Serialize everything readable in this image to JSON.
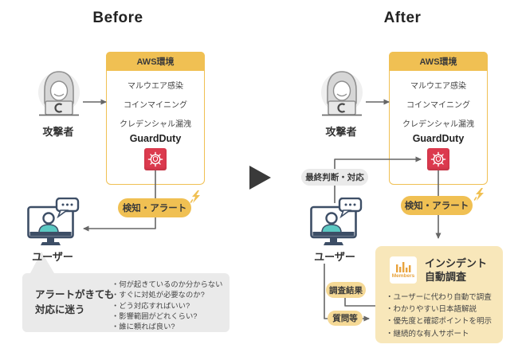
{
  "colors": {
    "accent_yellow": "#F0C053",
    "solution_box_yellow": "#F8E7BA",
    "badge_light_yellow": "#F5D996",
    "gray_box": "#EAEAEA",
    "guardduty_red": "#DC3A4E",
    "monitor_navy": "#3D4E66",
    "person_teal": "#5BC8C2",
    "line_gray": "#666666"
  },
  "before": {
    "title": "Before",
    "attacker_label": "攻撃者",
    "aws": {
      "header": "AWS環境",
      "threats": [
        "マルウエア感染",
        "コインマイニング",
        "クレデンシャル漏洩"
      ],
      "service_label": "GuardDuty"
    },
    "alert_badge": "検知・アラート",
    "user_label": "ユーザー",
    "problem": {
      "heading": [
        "アラートがきても",
        "対応に迷う"
      ],
      "bullets": [
        "・何が起きているのか分からない",
        "・すぐに対処が必要なのか?",
        "・どう対応すればいい?",
        "・影響範囲がどれくらい?",
        "・誰に頼れば良い?"
      ]
    }
  },
  "after": {
    "title": "After",
    "attacker_label": "攻撃者",
    "aws": {
      "header": "AWS環境",
      "threats": [
        "マルウエア感染",
        "コインマイニング",
        "クレデンシャル漏洩"
      ],
      "service_label": "GuardDuty"
    },
    "alert_badge": "検知・アラート",
    "decision_badge": "最終判断・対応",
    "user_label": "ユーザー",
    "result_badge": "調査結果",
    "question_badge": "質問等",
    "solution": {
      "brand": "Members",
      "title": [
        "インシデント",
        "自動調査"
      ],
      "bullets": [
        "・ユーザーに代わり自動で調査",
        "・わかりやすい日本語解説",
        "・優先度と確認ポイントを明示",
        "・継続的な有人サポート"
      ]
    }
  }
}
